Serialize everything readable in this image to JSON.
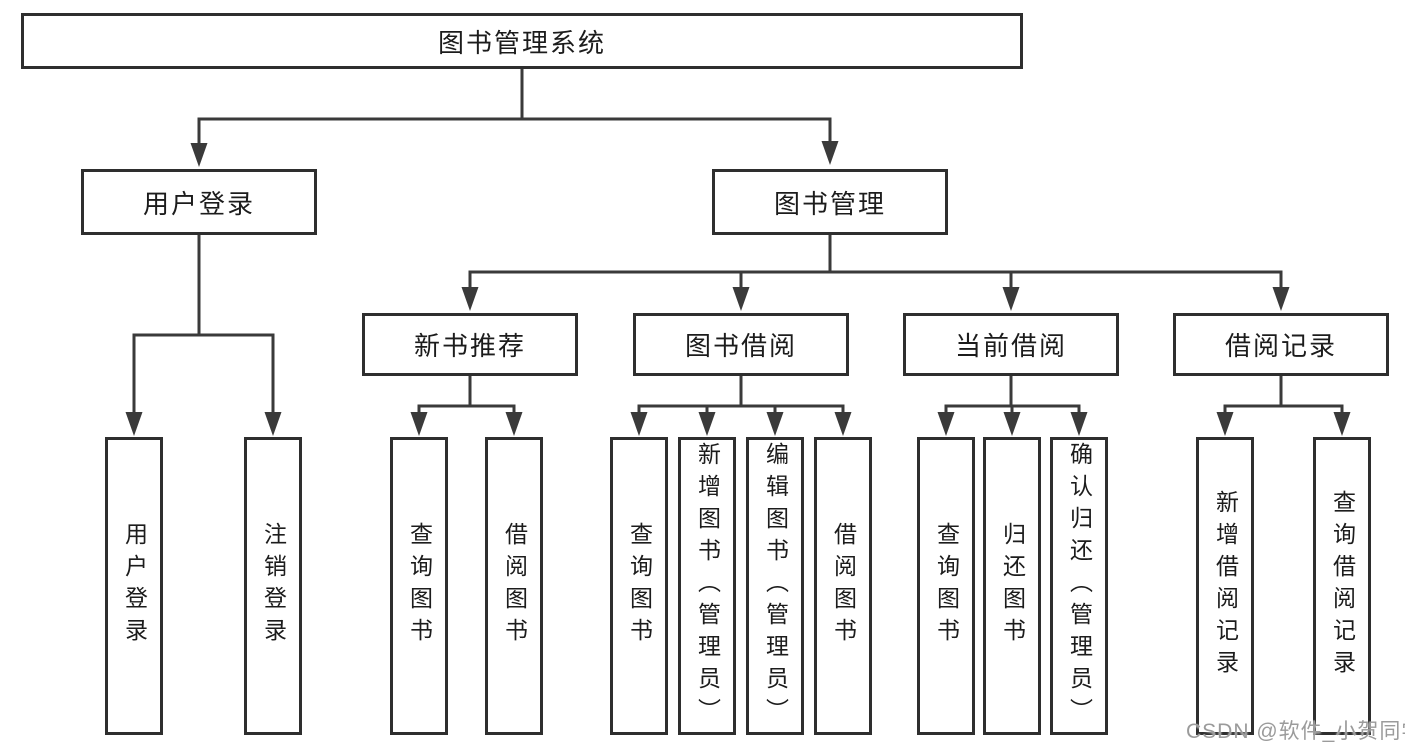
{
  "tree": {
    "root": {
      "label": "图书管理系统"
    },
    "level2": [
      {
        "label": "用户登录",
        "children": [
          {
            "label": "用户登录"
          },
          {
            "label": "注销登录"
          }
        ]
      },
      {
        "label": "图书管理",
        "children": [
          {
            "label": "新书推荐",
            "children": [
              {
                "label": "查询图书"
              },
              {
                "label": "借阅图书"
              }
            ]
          },
          {
            "label": "图书借阅",
            "children": [
              {
                "label": "查询图书"
              },
              {
                "label": "新增图书（管理员）"
              },
              {
                "label": "编辑图书（管理员）"
              },
              {
                "label": "借阅图书"
              }
            ]
          },
          {
            "label": "当前借阅",
            "children": [
              {
                "label": "查询图书"
              },
              {
                "label": "归还图书"
              },
              {
                "label": "确认归还（管理员）"
              }
            ]
          },
          {
            "label": "借阅记录",
            "children": [
              {
                "label": "新增借阅记录"
              },
              {
                "label": "查询借阅记录"
              }
            ]
          }
        ]
      }
    ]
  },
  "watermark": {
    "text": "CSDN @软件_小贺同学"
  },
  "colors": {
    "line": "#3a3a3a",
    "border": "#2e2e2e",
    "text": "#1c1c1c",
    "watermark": "#9b9b9b",
    "bg": "#ffffff"
  }
}
